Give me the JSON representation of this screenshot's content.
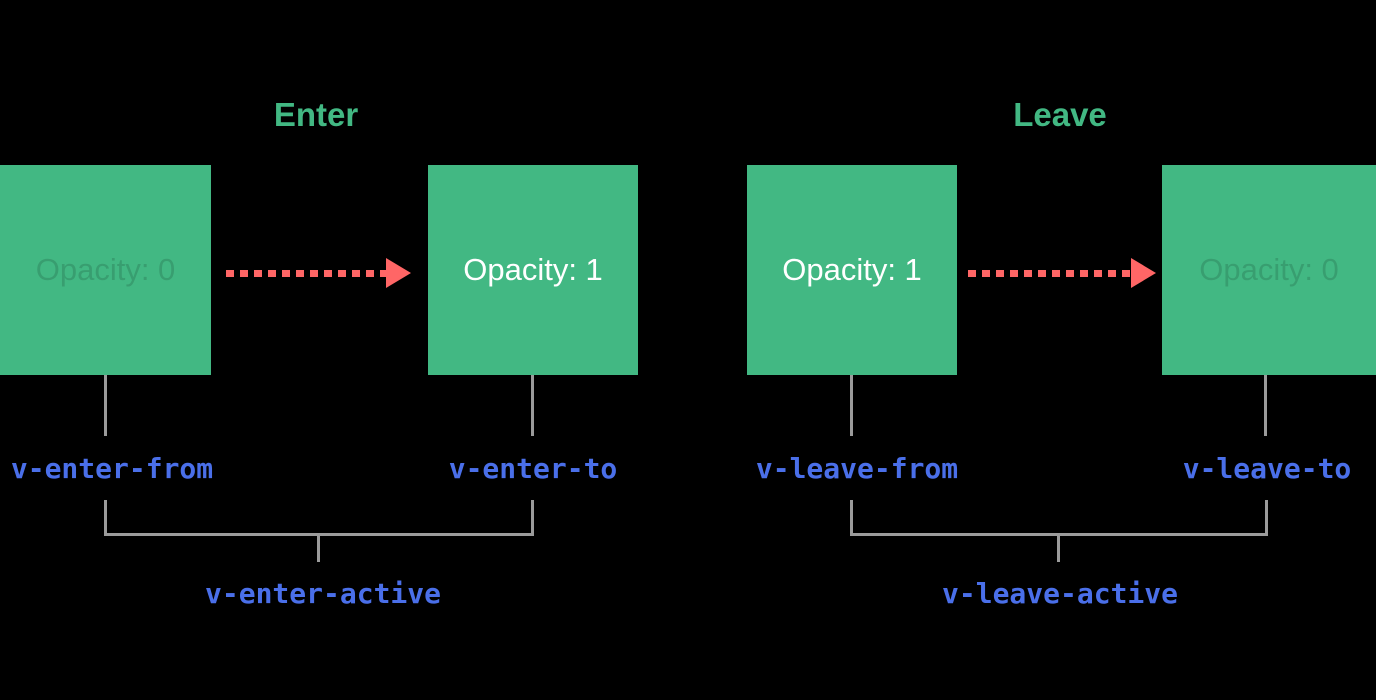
{
  "title": "Vue transition classes diagram",
  "colors": {
    "background": "#000000",
    "green": "#42b883",
    "blue": "#4a6fe9",
    "gray": "#9b9b9b",
    "red": "#ff6666",
    "white": "#ffffff"
  },
  "icons": {
    "transition_arrow": "dashed-arrow-right"
  },
  "enter": {
    "heading": "Enter",
    "boxes": [
      {
        "label": "Opacity: 0",
        "state": "faded"
      },
      {
        "label": "Opacity: 1",
        "state": "solid"
      }
    ],
    "class_labels": {
      "from": "v-enter-from",
      "to": "v-enter-to",
      "active": "v-enter-active"
    }
  },
  "leave": {
    "heading": "Leave",
    "boxes": [
      {
        "label": "Opacity: 1",
        "state": "solid"
      },
      {
        "label": "Opacity: 0",
        "state": "faded"
      }
    ],
    "class_labels": {
      "from": "v-leave-from",
      "to": "v-leave-to",
      "active": "v-leave-active"
    }
  }
}
